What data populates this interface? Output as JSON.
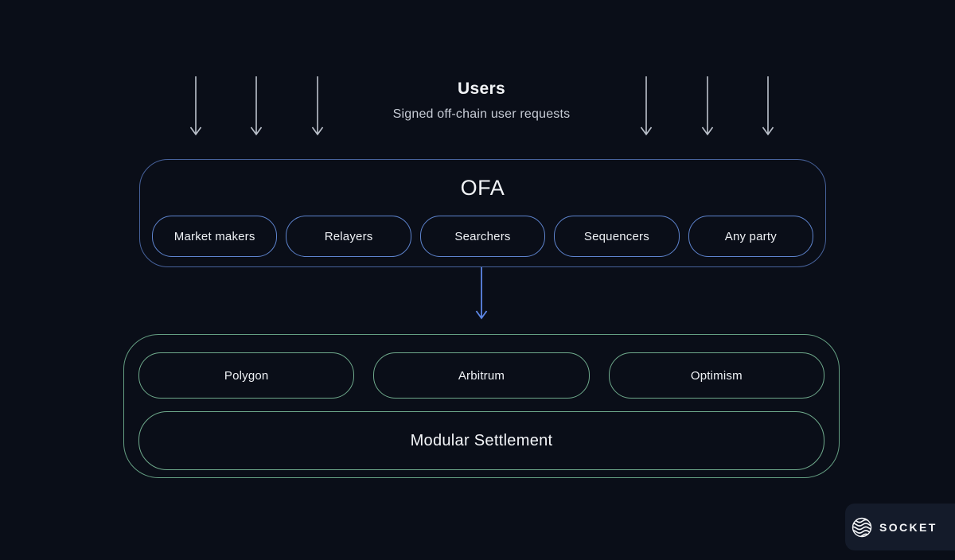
{
  "users": {
    "title": "Users",
    "subtitle": "Signed off-chain user requests"
  },
  "ofa": {
    "title": "OFA",
    "pills": [
      "Market makers",
      "Relayers",
      "Searchers",
      "Sequencers",
      "Any party"
    ]
  },
  "settlement": {
    "chains": [
      "Polygon",
      "Arbitrum",
      "Optimism"
    ],
    "label": "Modular Settlement"
  },
  "brand": {
    "name": "SOCKET",
    "icon": "socket-sphere-icon"
  },
  "icons": {
    "user_flow": "down-arrow-icon",
    "ofa_to_settlement": "flow-down-arrow-icon"
  },
  "colors": {
    "background": "#0a0e18",
    "text_primary": "#f2f4f7",
    "text_secondary": "#c6cbd5",
    "user_arrow": "#bcc2cc",
    "ofa_border": "#47629b",
    "ofa_pill_border": "#5e84ce",
    "flow_arrow": "#5d87e6",
    "settlement_border": "#649e82",
    "chain_pill_border": "#6faa8c",
    "brand_panel": "#141b2a"
  }
}
